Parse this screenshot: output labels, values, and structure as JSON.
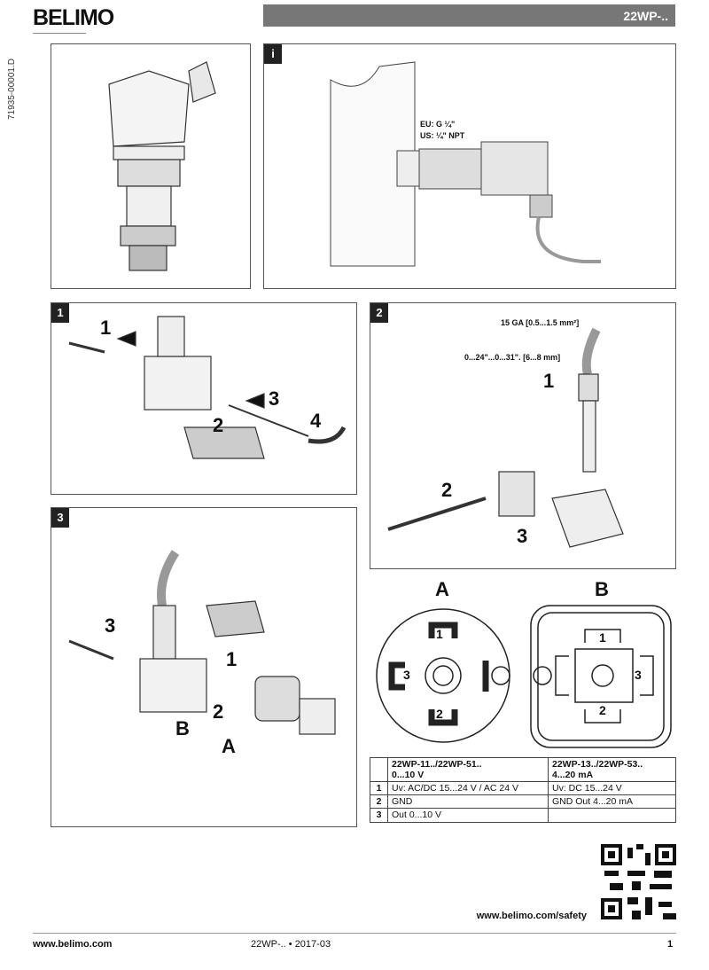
{
  "header": {
    "brand": "BELIMO",
    "product": "22WP-..",
    "doc_id": "71935-00001.D"
  },
  "panel_i": {
    "tag": "i",
    "thread_eu": "EU: G ¼\"",
    "thread_us": "US: ¼\" NPT"
  },
  "panel_1": {
    "tag": "1",
    "steps": [
      "1",
      "2",
      "3",
      "4"
    ]
  },
  "panel_2": {
    "tag": "2",
    "wire_gauge": "15 GA [0.5...1.5 mm²]",
    "cable_dia": "0...24\"...0...31\". [6...8 mm]",
    "steps": [
      "1",
      "2",
      "3"
    ]
  },
  "panel_3": {
    "tag": "3",
    "steps": [
      "1",
      "2",
      "3"
    ],
    "part_a": "A",
    "part_b": "B"
  },
  "pinout": {
    "a": {
      "title": "A",
      "pins": [
        "1",
        "2",
        "3"
      ]
    },
    "b": {
      "title": "B",
      "pins": [
        "1",
        "2",
        "3"
      ]
    }
  },
  "table": {
    "headers": [
      "",
      "22WP-11../22WP-51..",
      "0...10 V",
      "22WP-13../22WP-53..",
      "4...20 mA"
    ],
    "rows": [
      {
        "pin": "1",
        "c1": "Uv: AC/DC 15...24 V / AC 24 V",
        "c2": "Uv: DC 15...24 V"
      },
      {
        "pin": "2",
        "c1": "GND",
        "c2": "GND Out 4...20 mA"
      },
      {
        "pin": "3",
        "c1": "Out 0...10 V",
        "c2": ""
      }
    ]
  },
  "safety_url": "www.belimo.com/safety",
  "footer": {
    "website": "www.belimo.com",
    "doc": "22WP-.. • 2017-03",
    "page": "1"
  }
}
